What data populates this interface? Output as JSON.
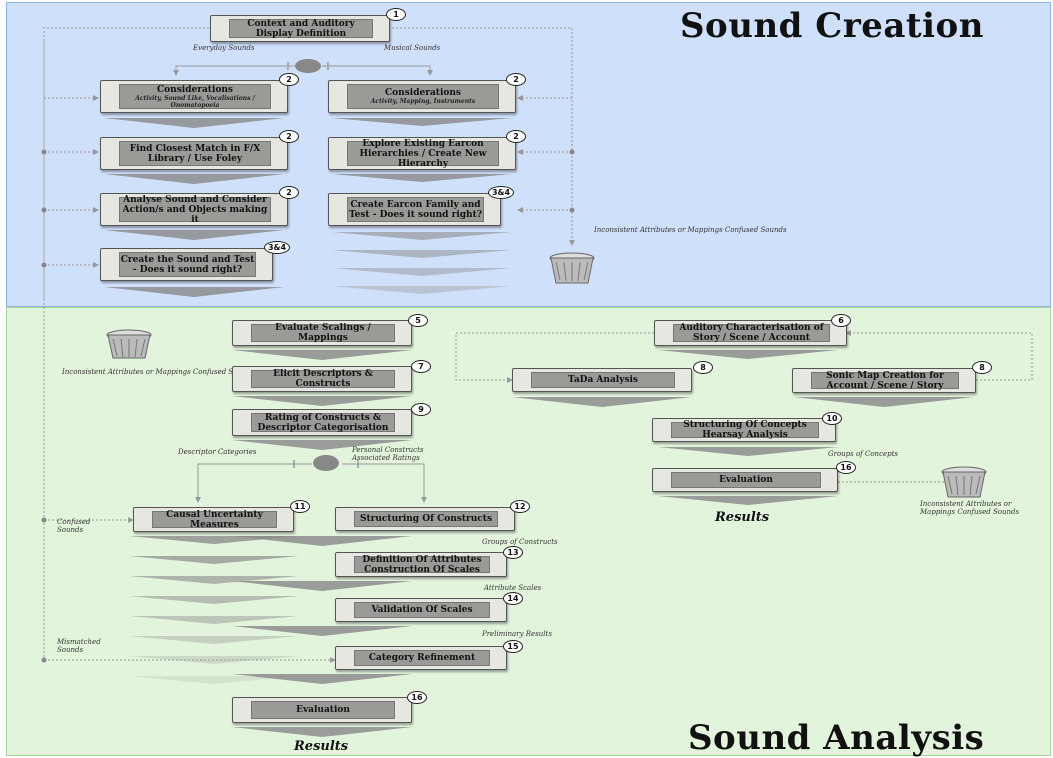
{
  "sections": {
    "creation_title": "Sound Creation",
    "analysis_title": "Sound Analysis"
  },
  "creation": {
    "context": {
      "title": "Context and Auditory Display Definition",
      "step": "1"
    },
    "everyday_label": "Everyday Sounds",
    "musical_label": "Musical Sounds",
    "left": [
      {
        "title": "Considerations",
        "subtitle": "Activity, Sound Like, Vocalisations / Onomatopoeia",
        "step": "2"
      },
      {
        "title": "Find Closest Match in F/X Library / Use Foley",
        "step": "2"
      },
      {
        "title": "Analyse Sound and Consider Action/s and Objects making it",
        "step": "2"
      },
      {
        "title": "Create the Sound and Test - Does it sound right?",
        "step": "3&4"
      }
    ],
    "right": [
      {
        "title": "Considerations",
        "subtitle": "Activity, Mapping, Instruments",
        "step": "2"
      },
      {
        "title": "Explore Existing Earcon Hierarchies / Create New Hierarchy",
        "step": "2"
      },
      {
        "title": "Create Earcon Family and Test - Does it sound right?",
        "step": "3&4"
      }
    ],
    "discard_label": "Inconsistent Attributes or Mappings Confused Sounds"
  },
  "analysis": {
    "left_discard_label": "Inconsistent Attributes or Mappings Confused Sounds",
    "center": [
      {
        "title": "Evaluate Scalings / Mappings",
        "step": "5"
      },
      {
        "title": "Elicit Descriptors & Constructs",
        "step": "7"
      },
      {
        "title": "Rating of Constructs & Descriptor Categorisation",
        "step": "9"
      }
    ],
    "descriptor_categories_label": "Descriptor Categories",
    "personal_constructs_label": "Personal Constructs Associated Ratings",
    "causal": {
      "title": "Causal Uncertainty Measures",
      "step": "11"
    },
    "constructs_chain": [
      {
        "title": "Structuring Of Constructs",
        "step": "12"
      },
      {
        "title": "Definition Of Attributes Construction Of Scales",
        "step": "13"
      },
      {
        "title": "Validation Of Scales",
        "step": "14"
      },
      {
        "title": "Category Refinement",
        "step": "15"
      }
    ],
    "groups_of_constructs_label": "Groups of Constructs",
    "attribute_scales_label": "Attribute Scales",
    "preliminary_results_label": "Preliminary Results",
    "confused_sounds_label": "Confused Sounds",
    "mismatched_sounds_label": "Mismatched Sounds",
    "evaluation": {
      "title": "Evaluation",
      "step": "16"
    },
    "results_label": "Results",
    "story": {
      "characterisation": {
        "title": "Auditory Characterisation of Story / Scene / Account",
        "step": "6"
      },
      "tada": {
        "title": "TaDa Analysis",
        "step": "8"
      },
      "sonic_map": {
        "title": "Sonic Map Creation for Account / Scene / Story",
        "step": "8"
      },
      "structuring": {
        "title": "Structuring Of Concepts Hearsay Analysis",
        "step": "10"
      },
      "groups_of_concepts_label": "Groups of Concepts",
      "evaluation": {
        "title": "Evaluation",
        "step": "16"
      },
      "results_label": "Results",
      "discard_label": "Inconsistent Attributes or Mappings Confused Sounds"
    }
  },
  "colors": {
    "creation_bg": "#cfe0fb",
    "analysis_bg": "#e3f4dc",
    "box_outer": "#e7e7e2",
    "box_inner": "#9a9a96",
    "chevron": "#8c8c8c"
  }
}
